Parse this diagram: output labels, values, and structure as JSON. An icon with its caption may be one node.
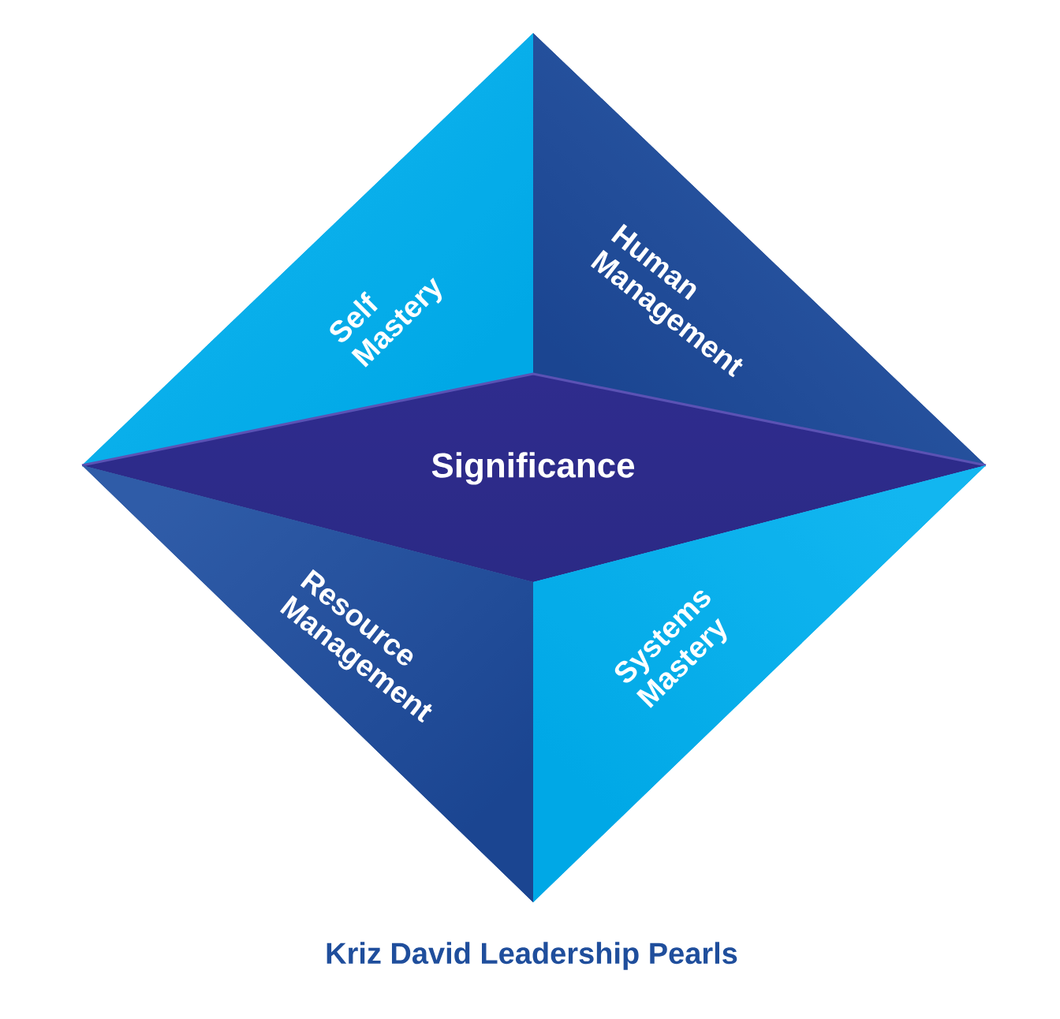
{
  "diagram": {
    "caption": "Kriz David Leadership Pearls",
    "nodes": [
      {
        "text": [
          "Self Mastery"
        ]
      },
      {
        "text": [
          "Human Management"
        ]
      },
      {
        "text": [
          "Significance"
        ]
      },
      {
        "text": [
          "Resource Management"
        ]
      },
      {
        "text": [
          "Systems Mastery"
        ]
      }
    ]
  }
}
